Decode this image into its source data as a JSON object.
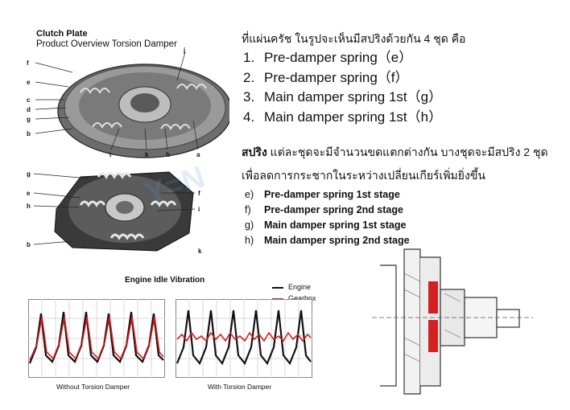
{
  "clutch": {
    "title": "Clutch Plate",
    "subtitle": "Product Overview Torsion Damper",
    "part_labels_top": [
      "f",
      "e",
      "c",
      "d",
      "g",
      "b",
      "j",
      "i",
      "k",
      "h",
      "a"
    ],
    "part_labels_mid": [
      "g",
      "e",
      "h",
      "b",
      "f",
      "i",
      "k"
    ]
  },
  "explain": {
    "intro": "ที่แผ่นครัช ในรูปจะเห็นมีสปริงด้วยกัน 4 ชุด คือ",
    "springs": [
      {
        "num": "1.",
        "text": "Pre-damper spring（e）"
      },
      {
        "num": "2.",
        "text": "Pre-damper spring（f）"
      },
      {
        "num": "3.",
        "text": "Main damper spring 1st（g）"
      },
      {
        "num": "4.",
        "text": "Main damper spring 1st（h）"
      }
    ],
    "note_bold": "สปริง",
    "note_text": " แต่ละชุดจะมีจำนวนขดแตกต่างกัน บางชุดจะมีสปริง 2 ชุด เพื่อลดการกระชากในระหว่างเปลี่ยนเกียร์เพิ่มยิ่งขึ้น"
  },
  "stages": [
    {
      "letter": "e)",
      "text": "Pre-damper spring 1st stage"
    },
    {
      "letter": "f)",
      "text": "Pre-damper spring 2nd stage"
    },
    {
      "letter": "g)",
      "text": "Main damper spring 1st stage"
    },
    {
      "letter": "h)",
      "text": "Main damper spring 2nd stage"
    }
  ],
  "vibration": {
    "title": "Engine Idle Vibration",
    "legend": [
      {
        "name": "Engine",
        "color": "#111111"
      },
      {
        "name": "Gearbox",
        "color": "#d42020"
      }
    ],
    "caption_left": "Without Torsion Damper",
    "caption_right": "With Torsion Damper"
  },
  "watermark": "Y=N",
  "colors": {
    "accent_red": "#d42020",
    "plate_dark": "#4a4a4a",
    "plate_mid": "#8c8c8c"
  }
}
